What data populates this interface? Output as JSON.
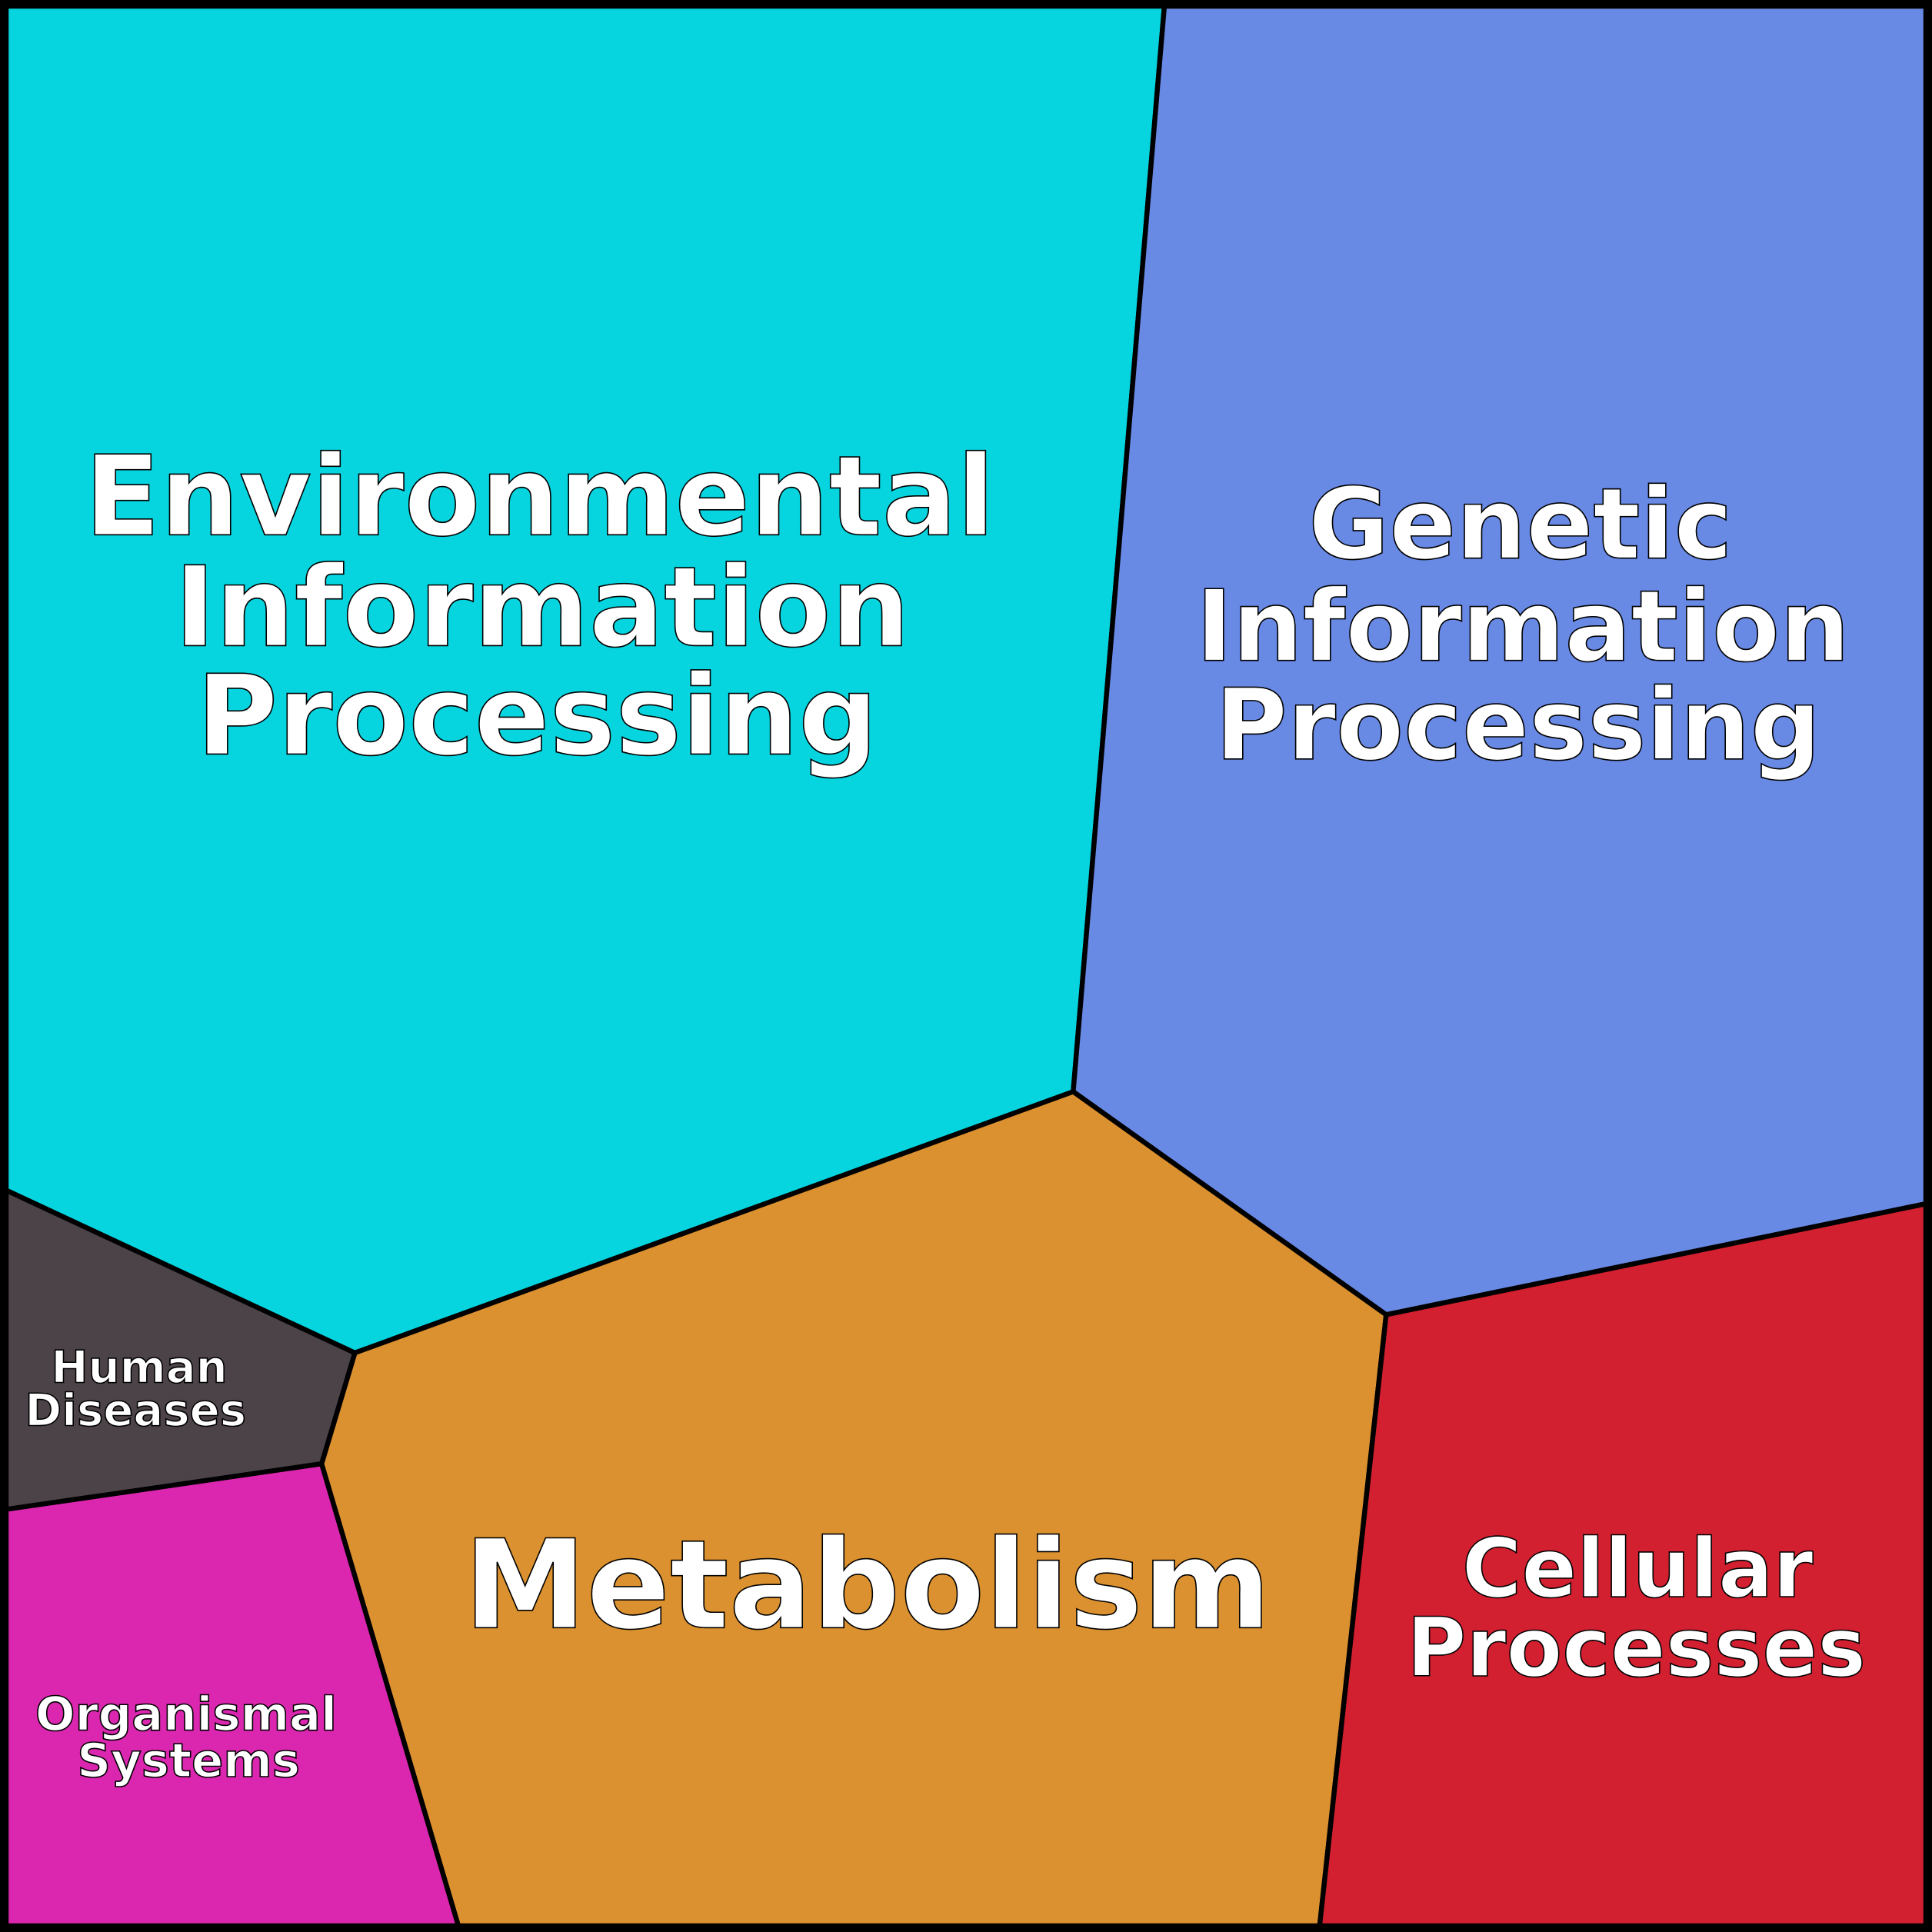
{
  "title": "Voronoi treemap of functional categories",
  "cells": [
    {
      "id": "environmental",
      "lines": [
        "Environmental",
        "Information",
        "Processing"
      ],
      "color": "#06d4df"
    },
    {
      "id": "genetic",
      "lines": [
        "Genetic",
        "Information",
        "Processing"
      ],
      "color": "#6889e4"
    },
    {
      "id": "metabolism",
      "lines": [
        "Metabolism"
      ],
      "color": "#db912f"
    },
    {
      "id": "cellular",
      "lines": [
        "Cellular",
        "Processes"
      ],
      "color": "#d22030"
    },
    {
      "id": "human",
      "lines": [
        "Human",
        "Diseases"
      ],
      "color": "#4c4349"
    },
    {
      "id": "organismal",
      "lines": [
        "Organismal",
        "Systems"
      ],
      "color": "#db27b0"
    }
  ]
}
